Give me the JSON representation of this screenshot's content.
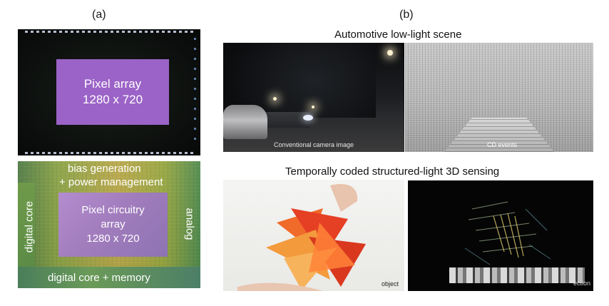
{
  "panel_labels": {
    "a": "(a)",
    "b": "(b)"
  },
  "panel_a": {
    "pixel_array": {
      "line1": "Pixel array",
      "line2": "1280 x 720"
    },
    "floorplan": {
      "bias": "bias generation",
      "power": "+ power management",
      "circuitry_line1": "Pixel circuitry",
      "circuitry_line2": "array",
      "circuitry_line3": "1280 x 720",
      "digital_core": "digital core",
      "analog": "analog",
      "memory": "digital core + memory"
    }
  },
  "panel_b": {
    "caption_auto": "Automotive low-light scene",
    "caption_3d": "Temporally coded structured-light 3D sensing",
    "conv_caption": "Conventional camera image",
    "cd_caption": "CD events",
    "object_caption": "object",
    "reconstruction_tail": "ection"
  }
}
